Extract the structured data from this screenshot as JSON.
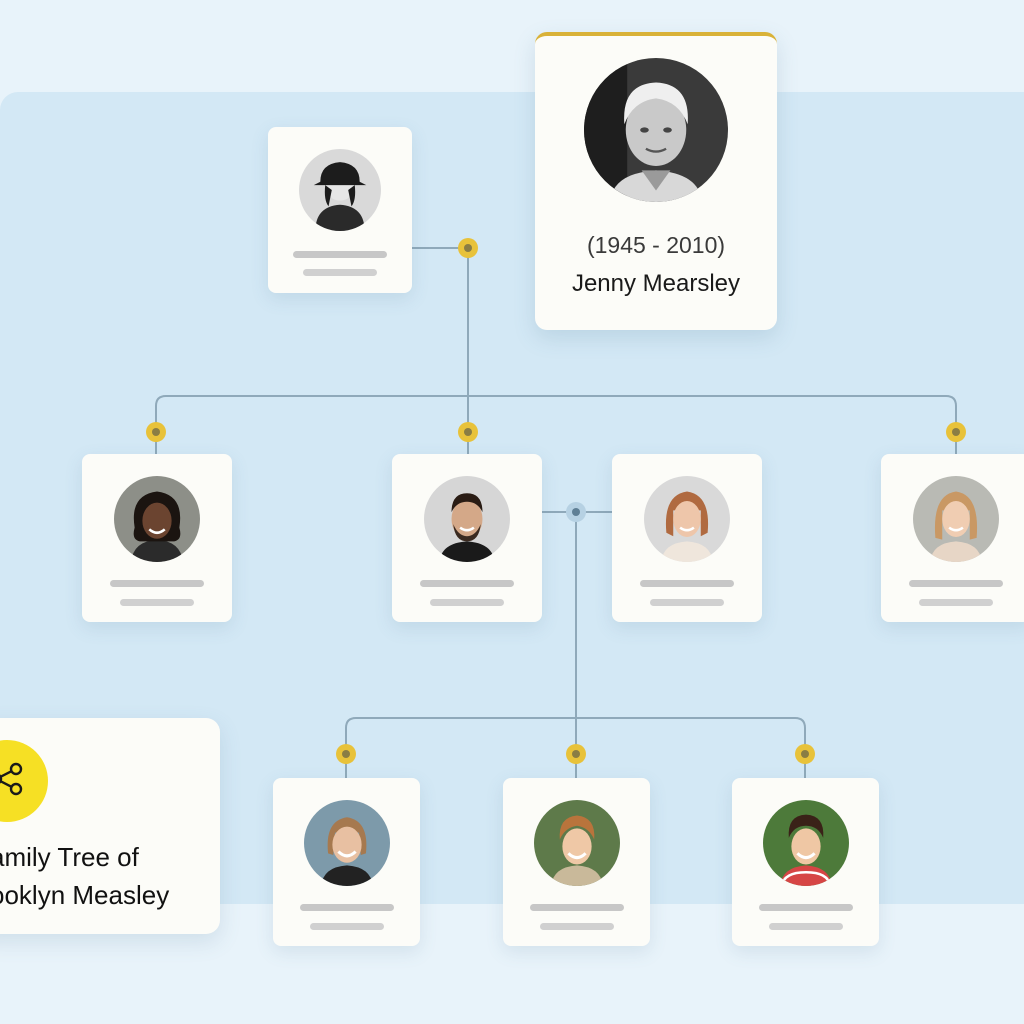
{
  "featured_person": {
    "years": "(1945 - 2010)",
    "name": "Jenny Mearsley"
  },
  "tree_title": {
    "line1": "amily Tree of",
    "line2": "ooklyn Measley"
  },
  "colors": {
    "connector_dot": "#e8c23a",
    "connector_line": "#8fa9ba",
    "accent_yellow": "#f6e024",
    "panel_bg": "#d3e8f5"
  },
  "icons": {
    "share": "share-icon"
  }
}
